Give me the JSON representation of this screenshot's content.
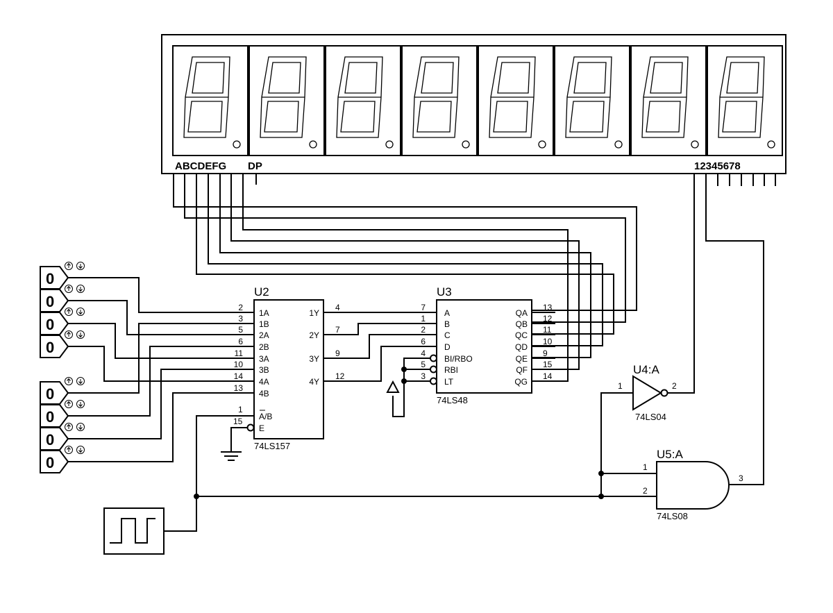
{
  "display": {
    "segment_label": "ABCDEFG",
    "dp_label": "DP",
    "digit_label": "12345678",
    "digit_count": 8
  },
  "switches": {
    "group1": [
      "0",
      "0",
      "0",
      "0"
    ],
    "group2": [
      "0",
      "0",
      "0",
      "0"
    ]
  },
  "u2": {
    "ref": "U2",
    "part": "74LS157",
    "left_pins": [
      {
        "num": "2",
        "name": "1A"
      },
      {
        "num": "3",
        "name": "1B"
      },
      {
        "num": "5",
        "name": "2A"
      },
      {
        "num": "6",
        "name": "2B"
      },
      {
        "num": "11",
        "name": "3A"
      },
      {
        "num": "10",
        "name": "3B"
      },
      {
        "num": "14",
        "name": "4A"
      },
      {
        "num": "13",
        "name": "4B"
      }
    ],
    "right_pins": [
      {
        "num": "4",
        "name": "1Y"
      },
      {
        "num": "7",
        "name": "2Y"
      },
      {
        "num": "9",
        "name": "3Y"
      },
      {
        "num": "12",
        "name": "4Y"
      }
    ],
    "select_pin": {
      "num": "1",
      "name": "A/B"
    },
    "enable_pin": {
      "num": "15",
      "name": "E"
    }
  },
  "u3": {
    "ref": "U3",
    "part": "74LS48",
    "left_pins": [
      {
        "num": "7",
        "name": "A"
      },
      {
        "num": "1",
        "name": "B"
      },
      {
        "num": "2",
        "name": "C"
      },
      {
        "num": "6",
        "name": "D"
      },
      {
        "num": "4",
        "name": "BI/RBO"
      },
      {
        "num": "5",
        "name": "RBI"
      },
      {
        "num": "3",
        "name": "LT"
      }
    ],
    "right_pins": [
      {
        "num": "13",
        "name": "QA"
      },
      {
        "num": "12",
        "name": "QB"
      },
      {
        "num": "11",
        "name": "QC"
      },
      {
        "num": "10",
        "name": "QD"
      },
      {
        "num": "9",
        "name": "QE"
      },
      {
        "num": "15",
        "name": "QF"
      },
      {
        "num": "14",
        "name": "QG"
      }
    ]
  },
  "u4": {
    "ref": "U4:A",
    "part": "74LS04",
    "pin_in": "1",
    "pin_out": "2"
  },
  "u5": {
    "ref": "U5:A",
    "part": "74LS08",
    "pin_in1": "1",
    "pin_in2": "2",
    "pin_out": "3"
  }
}
